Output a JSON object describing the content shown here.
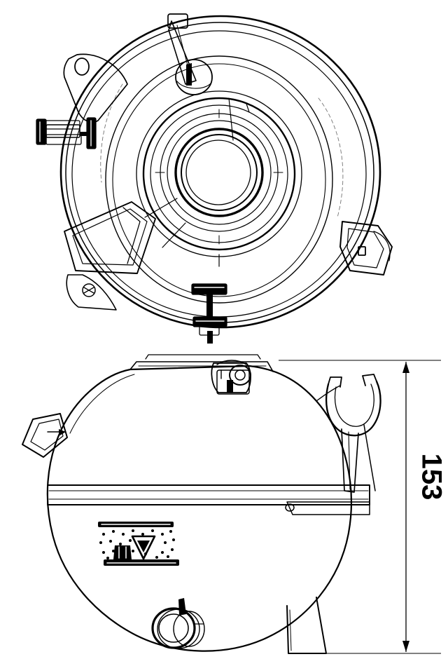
{
  "drawing": {
    "type": "technical-line-drawing",
    "subject": "coolant expansion tank",
    "views": [
      {
        "id": "top-view",
        "label": "",
        "position": "upper"
      },
      {
        "id": "front-view",
        "label": "",
        "position": "lower"
      }
    ],
    "background_color": "#ffffff",
    "line_color": "#000000"
  },
  "dimensions": {
    "height": {
      "value": "153",
      "unit": "mm",
      "orientation": "vertical",
      "side": "right",
      "text_rotation_deg": 90
    }
  },
  "top_view": {
    "features": [
      {
        "name": "outer-rim",
        "kind": "circle-outline"
      },
      {
        "name": "mounting-tab-upper-left",
        "kind": "tab-with-oval-hole"
      },
      {
        "name": "vent-tube-top",
        "kind": "nipple-tube"
      },
      {
        "name": "filler-neck",
        "kind": "concentric-rings"
      },
      {
        "name": "t-clip-left",
        "kind": "t-bracket"
      },
      {
        "name": "t-clip-bottom",
        "kind": "t-bracket"
      },
      {
        "name": "outlet-spout-lower-left",
        "kind": "rect-spout"
      },
      {
        "name": "connector-right",
        "kind": "rect-connector"
      },
      {
        "name": "screw-boss-lower-left",
        "kind": "screw-head"
      },
      {
        "name": "mounting-foot-lower-left",
        "kind": "flange"
      }
    ]
  },
  "front_view": {
    "features": [
      {
        "name": "tank-body",
        "kind": "rounded-body"
      },
      {
        "name": "parting-seam-band",
        "kind": "horizontal-band"
      },
      {
        "name": "cap-fitting-top",
        "kind": "valve-fitting"
      },
      {
        "name": "retainer-clip-right",
        "kind": "u-clip"
      },
      {
        "name": "outlet-port-left",
        "kind": "angled-port"
      },
      {
        "name": "drain-port-bottom",
        "kind": "circular-port"
      },
      {
        "name": "warning-label",
        "kind": "decal"
      },
      {
        "name": "mounting-foot-bottom-right",
        "kind": "flat-foot"
      }
    ],
    "warning_label": {
      "name": "caution-decal",
      "icon": "warning-triangle-icon",
      "pattern": "spray-dots",
      "bars": 2
    }
  }
}
